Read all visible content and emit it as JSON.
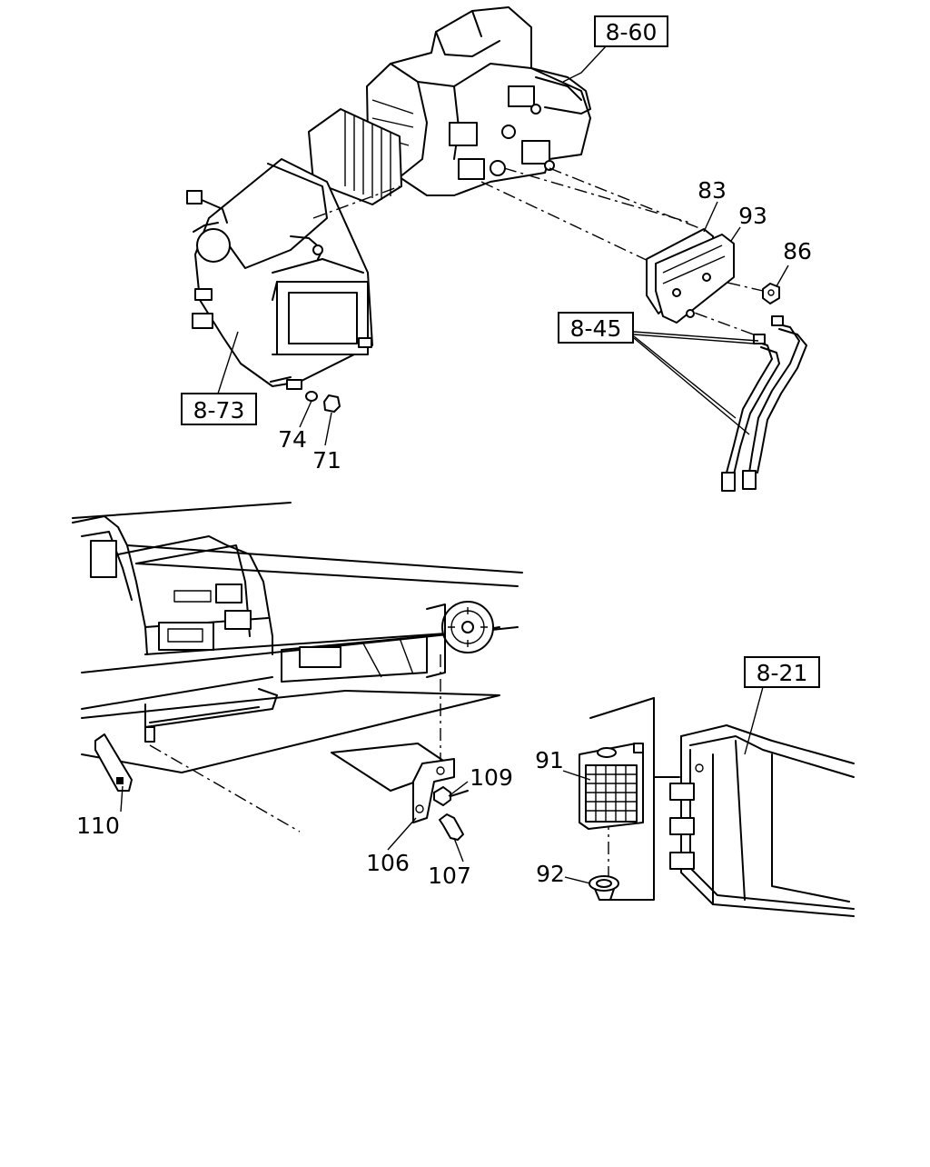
{
  "callouts": {
    "ref_8_60": "8-60",
    "ref_8_73": "8-73",
    "ref_8_45": "8-45",
    "ref_8_21": "8-21",
    "p83": "83",
    "p93": "93",
    "p86": "86",
    "p74": "74",
    "p71": "71",
    "p91": "91",
    "p92": "92",
    "p109": "109",
    "p110": "110",
    "p106": "106",
    "p107": "107"
  }
}
